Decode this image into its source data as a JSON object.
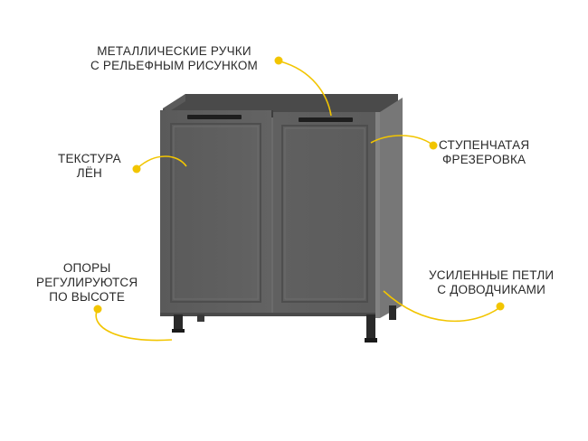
{
  "labels": {
    "handles": [
      "МЕТАЛЛИЧЕСКИЕ РУЧКИ",
      "С РЕЛЬЕФНЫМ РИСУНКОМ"
    ],
    "texture": [
      "ТЕКСТУРА",
      "ЛЁН"
    ],
    "milling": [
      "СТУПЕНЧАТАЯ",
      "ФРЕЗЕРОВКА"
    ],
    "legs": [
      "ОПОРЫ",
      "РЕГУЛИРУЮТСЯ",
      "ПО ВЫСОТЕ"
    ],
    "hinges": [
      "УСИЛЕННЫЕ ПЕТЛИ",
      "С ДОВОДЧИКАМИ"
    ]
  },
  "colors": {
    "accent": "#f2c500",
    "body": "#6a6a6a",
    "facade": "#5f5f5f",
    "handle": "#1e1e1e",
    "text": "#2a2a2a"
  }
}
